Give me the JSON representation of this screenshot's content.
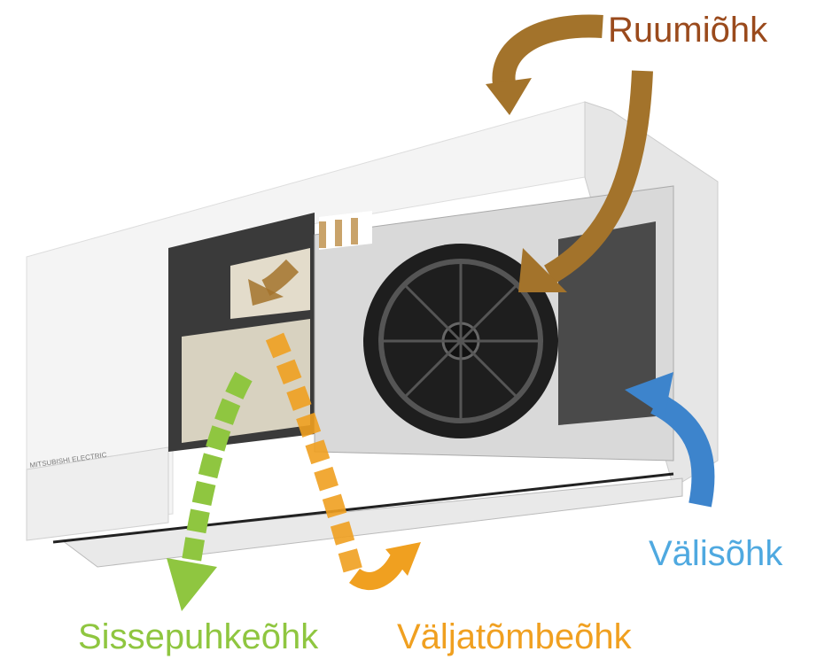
{
  "brand": "MITSUBISHI ELECTRIC",
  "labels": {
    "room_air": "Ruumiõhk",
    "outdoor_air": "Välisõhk",
    "supply_air": "Sissepuhkeõhk",
    "exhaust_air": "Väljatõmbeõhk"
  },
  "colors": {
    "room_air_text": "#9a4a1c",
    "room_air_arrow": "#a3732b",
    "outdoor_air_text": "#4fa9e0",
    "outdoor_air_arrow": "#3d84cc",
    "supply_air": "#8fc640",
    "exhaust_air": "#f0a020"
  }
}
